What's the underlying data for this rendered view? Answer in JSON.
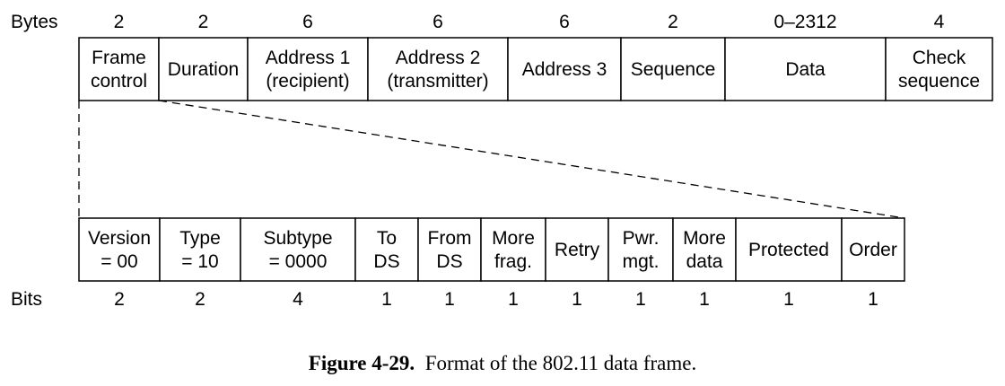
{
  "top_row": {
    "label": "Bytes",
    "fields": [
      {
        "lines": [
          "Frame",
          "control"
        ],
        "size": "2"
      },
      {
        "lines": [
          "Duration"
        ],
        "size": "2"
      },
      {
        "lines": [
          "Address 1",
          "(recipient)"
        ],
        "size": "6"
      },
      {
        "lines": [
          "Address 2",
          "(transmitter)"
        ],
        "size": "6"
      },
      {
        "lines": [
          "Address 3"
        ],
        "size": "6"
      },
      {
        "lines": [
          "Sequence"
        ],
        "size": "2"
      },
      {
        "lines": [
          "Data"
        ],
        "size": "0–2312"
      },
      {
        "lines": [
          "Check",
          "sequence"
        ],
        "size": "4"
      }
    ]
  },
  "bottom_row": {
    "label": "Bits",
    "fields": [
      {
        "lines": [
          "Version",
          "= 00"
        ],
        "size": "2"
      },
      {
        "lines": [
          "Type",
          "= 10"
        ],
        "size": "2"
      },
      {
        "lines": [
          "Subtype",
          "= 0000"
        ],
        "size": "4"
      },
      {
        "lines": [
          "To",
          "DS"
        ],
        "size": "1"
      },
      {
        "lines": [
          "From",
          "DS"
        ],
        "size": "1"
      },
      {
        "lines": [
          "More",
          "frag."
        ],
        "size": "1"
      },
      {
        "lines": [
          "Retry"
        ],
        "size": "1"
      },
      {
        "lines": [
          "Pwr.",
          "mgt."
        ],
        "size": "1"
      },
      {
        "lines": [
          "More",
          "data"
        ],
        "size": "1"
      },
      {
        "lines": [
          "Protected"
        ],
        "size": "1"
      },
      {
        "lines": [
          "Order"
        ],
        "size": "1"
      }
    ]
  },
  "caption": {
    "label": "Figure 4-29.",
    "text": "Format of the 802.11 data frame."
  }
}
